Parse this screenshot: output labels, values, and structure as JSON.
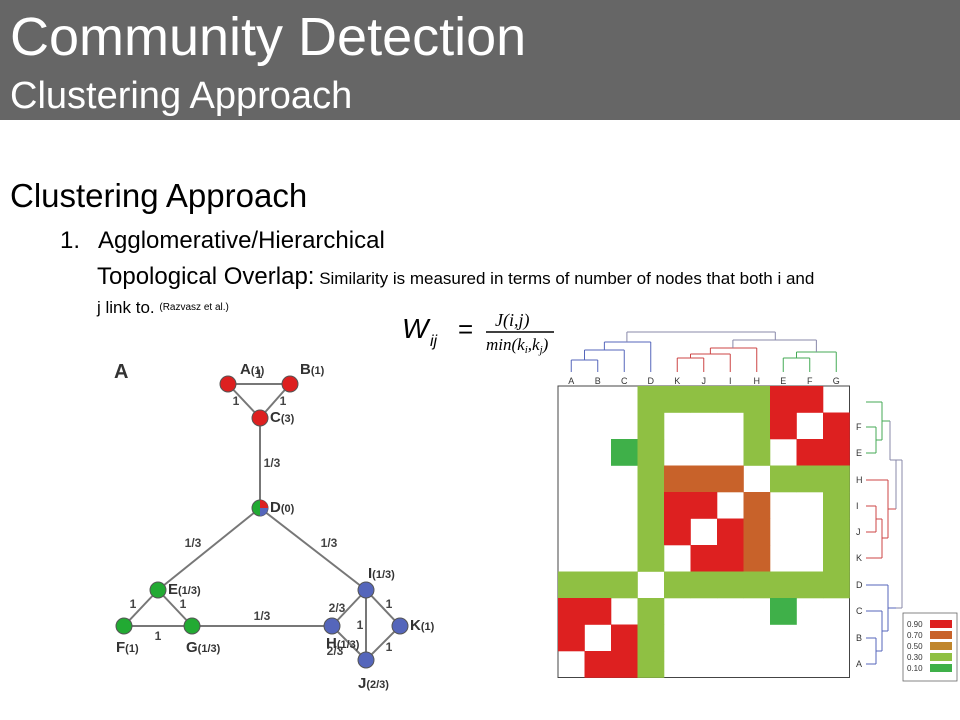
{
  "header": {
    "title": "Community Detection",
    "subtitle": "Clustering Approach",
    "background": "#666666"
  },
  "content": {
    "heading": "Clustering  Approach",
    "list_number": "1.",
    "list_item": "Agglomerative/Hierarchical",
    "term": "Topological Overlap:",
    "description": "Similarity is measured in terms of number of nodes that both i and",
    "description_line2": "j link to.",
    "citation": "(Razvasz et al.)"
  },
  "formula": {
    "lhs": "W",
    "lhs_sub": "ij",
    "equals": "=",
    "numerator": "J(i,j)",
    "denominator": "min(k",
    "den_i": "i",
    "den_comma": ",k",
    "den_j": "j",
    "den_close": ")"
  },
  "graph": {
    "panel_label": "A",
    "nodes": [
      {
        "id": "A",
        "label": "A",
        "value": "(1)"
      },
      {
        "id": "B",
        "label": "B",
        "value": "(1)"
      },
      {
        "id": "C",
        "label": "C",
        "value": "(3)"
      },
      {
        "id": "D",
        "label": "D",
        "value": "(0)"
      },
      {
        "id": "E",
        "label": "E",
        "value": "(1/3)"
      },
      {
        "id": "F",
        "label": "F",
        "value": "(1)"
      },
      {
        "id": "G",
        "label": "G",
        "value": "(1/3)"
      },
      {
        "id": "H",
        "label": "H",
        "value": "(1/3)"
      },
      {
        "id": "I",
        "label": "I",
        "value": "(1/3)"
      },
      {
        "id": "J",
        "label": "J",
        "value": "(2/3)"
      },
      {
        "id": "K",
        "label": "K",
        "value": "(1)"
      }
    ],
    "edges": [
      {
        "from": "A",
        "to": "B",
        "weight": "1"
      },
      {
        "from": "A",
        "to": "C",
        "weight": "1"
      },
      {
        "from": "B",
        "to": "C",
        "weight": "1"
      },
      {
        "from": "C",
        "to": "D",
        "weight": "1/3"
      },
      {
        "from": "D",
        "to": "E",
        "weight": "1/3"
      },
      {
        "from": "D",
        "to": "I",
        "weight": "1/3"
      },
      {
        "from": "E",
        "to": "F",
        "weight": "1"
      },
      {
        "from": "E",
        "to": "G",
        "weight": "1"
      },
      {
        "from": "F",
        "to": "G",
        "weight": "1"
      },
      {
        "from": "G",
        "to": "H",
        "weight": "1/3"
      },
      {
        "from": "H",
        "to": "I",
        "weight": "2/3"
      },
      {
        "from": "H",
        "to": "J",
        "weight": "2/3"
      },
      {
        "from": "I",
        "to": "J",
        "weight": "1"
      },
      {
        "from": "I",
        "to": "K",
        "weight": "1"
      },
      {
        "from": "J",
        "to": "K",
        "weight": "1"
      }
    ],
    "colors": {
      "red": "#dd2020",
      "green": "#22aa33",
      "blue": "#5566bb",
      "edge": "#777777"
    }
  },
  "heatmap": {
    "top_labels": [
      "A",
      "B",
      "C",
      "D",
      "K",
      "J",
      "I",
      "H",
      "E",
      "F",
      "G"
    ],
    "side_labels": [
      "F",
      "E",
      "H",
      "I",
      "J",
      "K",
      "D",
      "C",
      "B",
      "A"
    ],
    "legend": [
      {
        "label": "0.90",
        "color": "#dd2020"
      },
      {
        "label": "0.70",
        "color": "#c8622a"
      },
      {
        "label": "0.50",
        "color": "#c0862c"
      },
      {
        "label": "0.30",
        "color": "#8fc043"
      },
      {
        "label": "0.10",
        "color": "#3fb049"
      }
    ],
    "dendrogram_colors": {
      "blue": "#5566bb",
      "red": "#cc4444",
      "green": "#44aa55"
    }
  }
}
